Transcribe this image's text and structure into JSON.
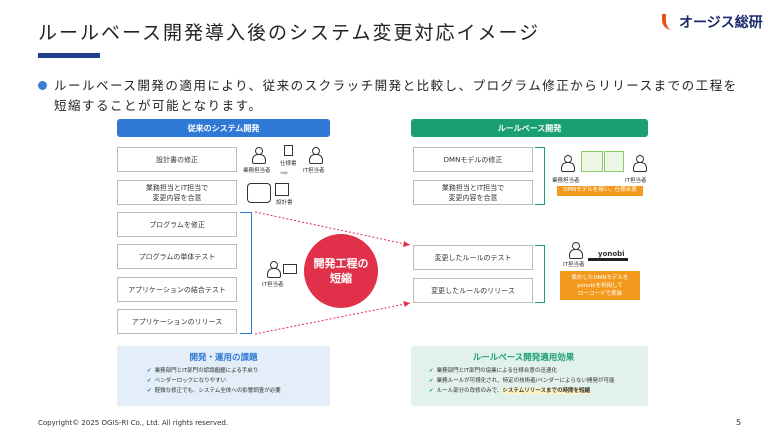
{
  "header": {
    "title": "ルールベース開発導入後のシステム変更対応イメージ",
    "logo": "オージス総研"
  },
  "intro": "ルールベース開発の適用により、従来のスクラッチ開発と比較し、プログラム修正からリリースまでの工程を短縮することが可能となります。",
  "left": {
    "heading": "従来のシステム開発",
    "steps": [
      "設計書の修正",
      "業務担当とIT担当で\n変更内容を合意",
      "プログラムを修正",
      "プログラムの単体テスト",
      "アプリケーションの結合テスト",
      "アプリケーションのリリース"
    ],
    "labels": {
      "business": "業務担当者",
      "it": "IT担当者",
      "spec": "仕様書",
      "design": "設計書",
      "it2": "IT担当者"
    }
  },
  "center": {
    "label": "開発工程の\n短縮"
  },
  "right": {
    "heading": "ルールベース開発",
    "steps": [
      "DMNモデルの修正",
      "業務担当とIT担当で\n変更内容を合意",
      "変更したルールのテスト",
      "変更したルールのリリース"
    ],
    "labels": {
      "business": "業務担当者",
      "it": "IT担当者",
      "it2": "IT担当者",
      "yonobi": "yonobi"
    },
    "notes": [
      "DMNモデルを用い、仕様合意",
      "設計したDMNモデルを\nyonobiを利用して\nローコードで実装"
    ]
  },
  "issues": {
    "title": "開発・運用の課題",
    "items": [
      "業務部門とIT部門の認識齟齬による手戻り",
      "ベンダーロックになりやすい",
      "軽微な修正でも、システム全体への影響調査が必要"
    ]
  },
  "effects": {
    "title": "ルールベース開発適用効果",
    "items": [
      "業務部門とIT部門の協業による仕様合意の迅速化",
      "業務ルールが可視化され、特定の技術者/ベンダーによらない開発が可能",
      "ルール部分の改修のみで、"
    ],
    "highlight": "システムリリースまでの時間を短縮"
  },
  "footer": {
    "copyright": "Copyright© 2025 OGIS-RI Co., Ltd.  All rights reserved.",
    "page": "5"
  },
  "colors": {
    "blue": "#2f78d6",
    "green": "#1a9f74",
    "orange": "#f39a1e",
    "red": "#e0304a"
  }
}
